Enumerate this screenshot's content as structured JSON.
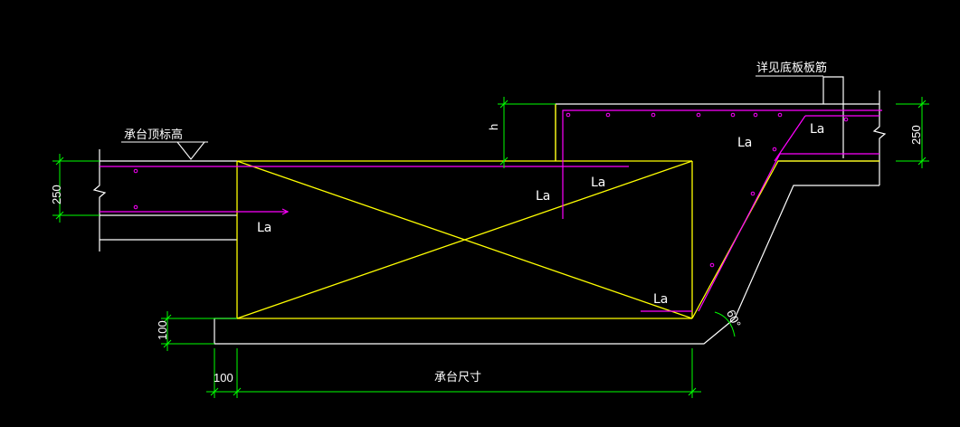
{
  "colors": {
    "background": "#000000",
    "outline": "#ffffff",
    "structure": "#ffff00",
    "rebar": "#ff00ff",
    "dimension": "#00ff00"
  },
  "labels": {
    "cap_top_elevation": "承台顶标高",
    "see_slab_rebar": "详见底板板筋",
    "cap_size": "承台尺寸",
    "anchor": "La",
    "h": "h",
    "dim_250": "250",
    "dim_100": "100",
    "angle": "60°"
  }
}
